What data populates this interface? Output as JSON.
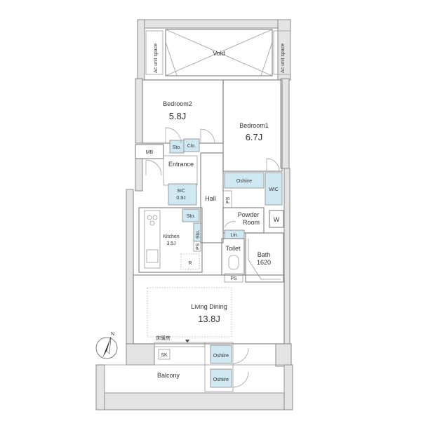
{
  "rooms": {
    "void": "Void",
    "ac_left": "Ac unit space",
    "ac_right": "Ac unit space",
    "bedroom2": {
      "name": "Bedroom2",
      "size": "5.8J"
    },
    "bedroom1": {
      "name": "Bedroom1",
      "size": "6.7J"
    },
    "entrance": "Entrance",
    "mb": "MB",
    "sto_bed2": "Sto.",
    "clo": "Clo.",
    "sic": {
      "name": "SIC",
      "size": "0.9J"
    },
    "hall": "Hall",
    "oshiire_top": "Oshiire",
    "wic": "WIC",
    "ps_hall": "PS",
    "powder": "Powder\nRoom",
    "w": "W",
    "lin": "Lin.",
    "toilet": "Toilet",
    "bath": {
      "name": "Bath",
      "size": "1620"
    },
    "ps_bath": "PS",
    "sto_kitchen": "Sto.",
    "sto_vertical": "Sto.",
    "ps_kitchen": "PS",
    "kitchen": {
      "name": "Kitchen",
      "size": "3.5J"
    },
    "fridge": "R",
    "living": {
      "name": "Living Dining",
      "size": "13.8J"
    },
    "floor_heating": "床暖房",
    "sk": "SK",
    "balcony": "Balcony",
    "oshiire_1": "Oshiire",
    "oshiire_2": "Oshiire"
  },
  "compass": {
    "label": "N"
  },
  "colors": {
    "storage": "#cfe8f2",
    "wall": "#e4e4e4",
    "line": "#8a8a8a"
  }
}
